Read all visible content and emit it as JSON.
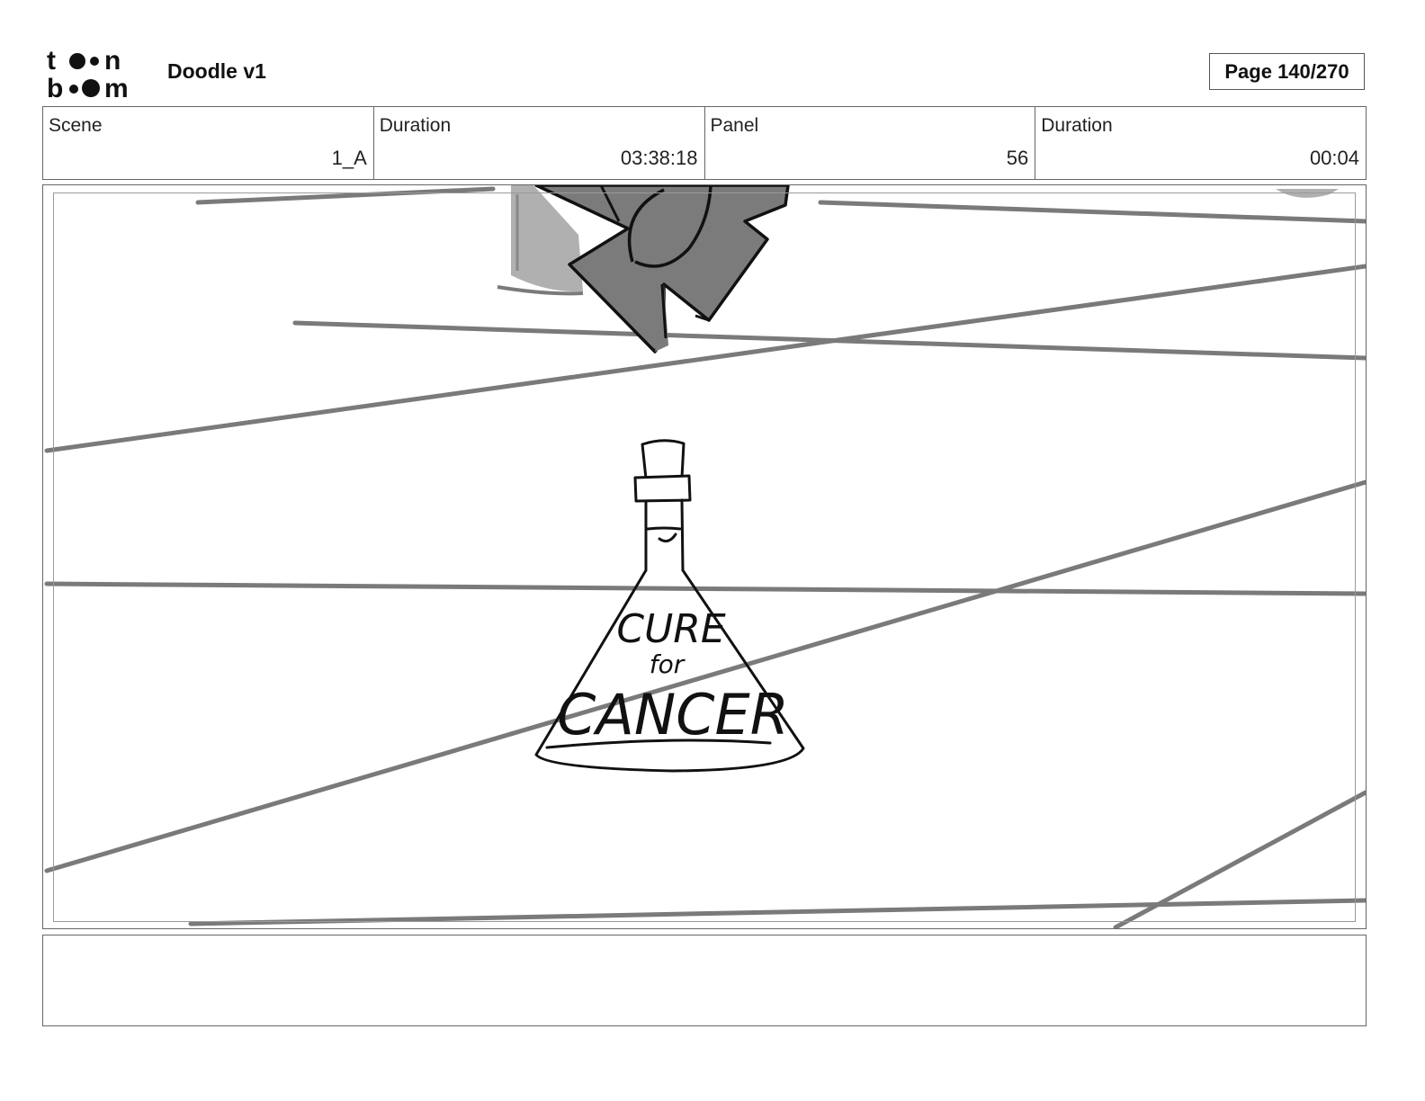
{
  "header": {
    "logo_top": "t•n",
    "logo_bottom": "b•m",
    "project_title": "Doodle v1",
    "page_indicator": "Page 140/270"
  },
  "info": [
    {
      "label": "Scene",
      "value": "1_A"
    },
    {
      "label": "Duration",
      "value": "03:38:18"
    },
    {
      "label": "Panel",
      "value": "56"
    },
    {
      "label": "Duration",
      "value": "00:04"
    }
  ],
  "panel": {
    "label_line1": "CURE",
    "label_line2": "for",
    "label_line3": "CANCER"
  },
  "notes": {
    "text": ""
  },
  "colors": {
    "line_gray": "#7a7a7a",
    "shape_dark": "#7b7b7b",
    "shape_light": "#b0b0b0",
    "ink": "#111111"
  }
}
